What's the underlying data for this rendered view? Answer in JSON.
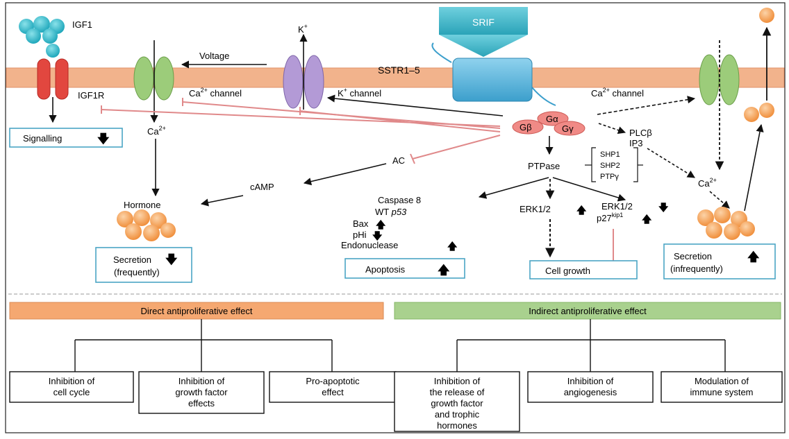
{
  "labels": {
    "igf1": "IGF1",
    "igf1r": "IGF1R",
    "k_plus": "K",
    "k_sup": "+",
    "voltage": "Voltage",
    "srif": "SRIF",
    "sstr": "SSTR1–5",
    "ca_channel_left_pre": "Ca",
    "ca_channel_left_sup": "2+",
    "ca_channel_left_post": " channel",
    "k_channel_pre": "K",
    "k_channel_sup": "+",
    "k_channel_post": " channel",
    "ca_channel_right_pre": "Ca",
    "ca_channel_right_sup": "2+",
    "ca_channel_right_post": " channel",
    "signalling": "Signalling",
    "ca_left_pre": "Ca",
    "ca_left_sup": "2+",
    "g_alpha": "Gα",
    "g_beta": "Gβ",
    "g_gamma": "Gγ",
    "plcb": "PLCβ",
    "ip3": "IP3",
    "ac": "AC",
    "ptpase": "PTPase",
    "shp1": "SHP1",
    "shp2": "SHP2",
    "ptpg": "PTPγ",
    "camp": "cAMP",
    "hormone": "Hormone",
    "ca_right_pre": "Ca",
    "ca_right_sup": "2+",
    "caspase8": "Caspase 8",
    "wt": "WT ",
    "p53": "p53",
    "bax": "Bax",
    "phi": "pHi",
    "endonuclease": "Endonuclease",
    "erk_up": "ERK1/2",
    "erk_down": "ERK1/2",
    "p27": "p27",
    "p27_sup": "kip1",
    "secretion_freq_1": "Secretion",
    "secretion_freq_2": "(frequently)",
    "apoptosis": "Apoptosis",
    "cell_growth": "Cell growth",
    "secretion_infreq_1": "Secretion",
    "secretion_infreq_2": "(infrequently)"
  },
  "bottom": {
    "direct_header": "Direct antiproliferative effect",
    "indirect_header": "Indirect antiproliferative effect",
    "direct_boxes": [
      [
        "Inhibition of",
        "cell cycle"
      ],
      [
        "Inhibition of",
        "growth factor",
        "effects"
      ],
      [
        "Pro-apoptotic",
        "effect"
      ]
    ],
    "indirect_boxes": [
      [
        "Inhibition of",
        "the release of",
        "growth factor",
        "and trophic",
        "hormones"
      ],
      [
        "Inhibition of",
        "angiogenesis"
      ],
      [
        "Modulation of",
        "immune system"
      ]
    ]
  },
  "colors": {
    "membrane": "#f2b38c",
    "membrane_line": "#e0916a",
    "igf1": "#3bbccb",
    "igf1r": "#e2473f",
    "ca_channel": "#9ccc7a",
    "k_channel": "#b39ad6",
    "srif": "#3ab6c8",
    "receptor": "#5cb5dd",
    "g_protein": "#f08a86",
    "granule": "#f5a05b",
    "inhibit": "#e0898a",
    "box_border": "#4aa5c4",
    "direct_header": "#f5a871",
    "indirect_header": "#a9d18e"
  }
}
